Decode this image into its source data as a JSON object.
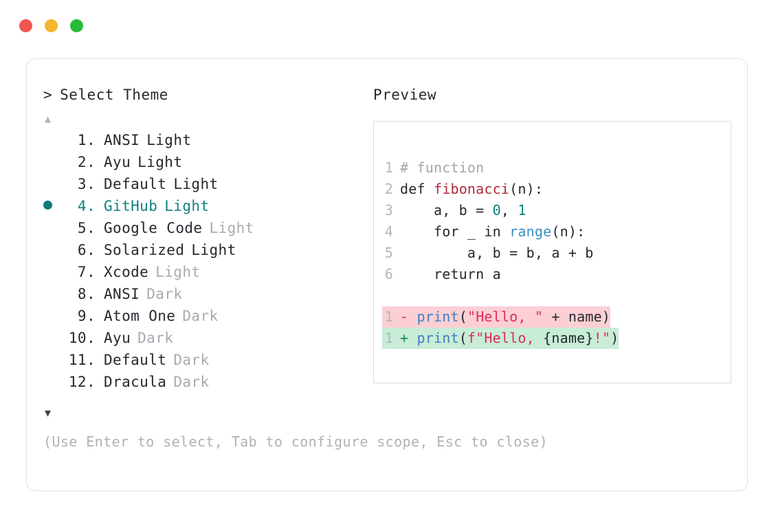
{
  "window": {
    "traffic_lights": [
      {
        "name": "close",
        "color": "#f1564f"
      },
      {
        "name": "minimize",
        "color": "#f5b52c"
      },
      {
        "name": "maximize",
        "color": "#27bd38"
      }
    ]
  },
  "panel": {
    "prompt_caret": ">",
    "title": "Select Theme",
    "scroll_up_icon": "▲",
    "scroll_down_icon": "▼",
    "selected_index": 4,
    "selected_bullet": "●",
    "accent_color": "#11807d",
    "themes": [
      {
        "index": "1.",
        "name": "ANSI",
        "suffix": "Light",
        "suffix_dim": false,
        "selected": false
      },
      {
        "index": "2.",
        "name": "Ayu",
        "suffix": "Light",
        "suffix_dim": false,
        "selected": false
      },
      {
        "index": "3.",
        "name": "Default",
        "suffix": "Light",
        "suffix_dim": false,
        "selected": false
      },
      {
        "index": "4.",
        "name": "GitHub",
        "suffix": "Light",
        "suffix_dim": false,
        "selected": true
      },
      {
        "index": "5.",
        "name": "Google Code",
        "suffix": "Light",
        "suffix_dim": true,
        "selected": false
      },
      {
        "index": "6.",
        "name": "Solarized",
        "suffix": "Light",
        "suffix_dim": false,
        "selected": false
      },
      {
        "index": "7.",
        "name": "Xcode",
        "suffix": "Light",
        "suffix_dim": true,
        "selected": false
      },
      {
        "index": "8.",
        "name": "ANSI",
        "suffix": "Dark",
        "suffix_dim": true,
        "selected": false
      },
      {
        "index": "9.",
        "name": "Atom One",
        "suffix": "Dark",
        "suffix_dim": true,
        "selected": false
      },
      {
        "index": "10.",
        "name": "Ayu",
        "suffix": "Dark",
        "suffix_dim": true,
        "selected": false
      },
      {
        "index": "11.",
        "name": "Default",
        "suffix": "Dark",
        "suffix_dim": true,
        "selected": false
      },
      {
        "index": "12.",
        "name": "Dracula",
        "suffix": "Dark",
        "suffix_dim": true,
        "selected": false
      }
    ],
    "hint": "(Use Enter to select, Tab to configure scope, Esc to close)"
  },
  "preview": {
    "label": "Preview",
    "code_lines": [
      {
        "num": "1",
        "tokens": [
          {
            "t": "# function",
            "c": "comment"
          }
        ]
      },
      {
        "num": "2",
        "tokens": [
          {
            "t": "def ",
            "c": "kw"
          },
          {
            "t": "fibonacci",
            "c": "fn"
          },
          {
            "t": "(n):",
            "c": "punct"
          }
        ]
      },
      {
        "num": "3",
        "tokens": [
          {
            "t": "    a, b = ",
            "c": "plain"
          },
          {
            "t": "0",
            "c": "num"
          },
          {
            "t": ", ",
            "c": "plain"
          },
          {
            "t": "1",
            "c": "num"
          }
        ]
      },
      {
        "num": "4",
        "tokens": [
          {
            "t": "    for _ in ",
            "c": "plain"
          },
          {
            "t": "range",
            "c": "builtin"
          },
          {
            "t": "(n):",
            "c": "punct"
          }
        ]
      },
      {
        "num": "5",
        "tokens": [
          {
            "t": "        a, b = b, a + b",
            "c": "plain"
          }
        ]
      },
      {
        "num": "6",
        "tokens": [
          {
            "t": "    return a",
            "c": "plain"
          }
        ]
      }
    ],
    "diff_lines": [
      {
        "num": "1",
        "sign": "-",
        "kind": "del",
        "tokens": [
          {
            "t": "print",
            "c": "call"
          },
          {
            "t": "(",
            "c": "punct"
          },
          {
            "t": "\"Hello, \"",
            "c": "str"
          },
          {
            "t": " + name)",
            "c": "plain"
          }
        ]
      },
      {
        "num": "1",
        "sign": "+",
        "kind": "add",
        "tokens": [
          {
            "t": "print",
            "c": "call"
          },
          {
            "t": "(",
            "c": "punct"
          },
          {
            "t": "f\"Hello, ",
            "c": "str"
          },
          {
            "t": "{name}",
            "c": "plain"
          },
          {
            "t": "!\"",
            "c": "str"
          },
          {
            "t": ")",
            "c": "punct"
          }
        ]
      }
    ]
  }
}
